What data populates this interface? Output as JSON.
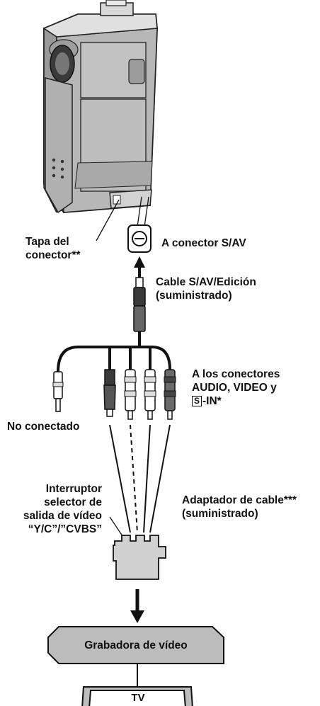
{
  "labels": {
    "connector_cover": [
      "Tapa del",
      "conector**"
    ],
    "to_sav": "A conector S/AV",
    "cable": [
      "Cable S/AV/Edición",
      "(suministrado)"
    ],
    "to_connectors": [
      "A los conectores",
      "AUDIO, VIDEO y"
    ],
    "s_in_box": "S",
    "s_in_rest": "-IN*",
    "not_connected": "No conectado",
    "switch": [
      "Interruptor",
      "selector de",
      "salida de vídeo",
      "“Y/C”/”CVBS”"
    ],
    "adapter": [
      "Adaptador de cable***",
      "(suministrado)"
    ],
    "vcr": "Grabadora de vídeo",
    "tv": "TV"
  }
}
